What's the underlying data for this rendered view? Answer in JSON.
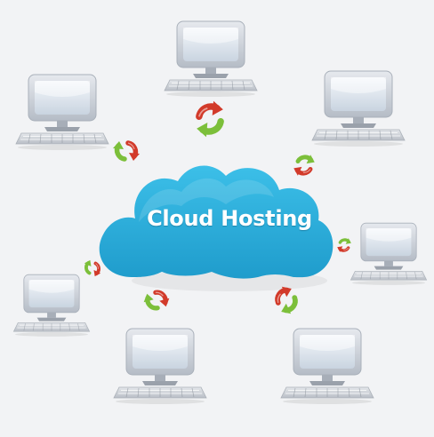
{
  "cloud": {
    "label": "Cloud Hosting"
  },
  "computers": [
    {
      "id": "top-center"
    },
    {
      "id": "top-left"
    },
    {
      "id": "top-right"
    },
    {
      "id": "middle-right"
    },
    {
      "id": "middle-left"
    },
    {
      "id": "bottom-left"
    },
    {
      "id": "bottom-right"
    }
  ],
  "sync_icons": [
    {
      "id": "sync-top"
    },
    {
      "id": "sync-upper-left"
    },
    {
      "id": "sync-upper-right"
    },
    {
      "id": "sync-right"
    },
    {
      "id": "sync-left"
    },
    {
      "id": "sync-lower-left"
    },
    {
      "id": "sync-lower-right"
    }
  ],
  "colors": {
    "cloud": "#2fb0dc",
    "monitor_bezel": "#c9ced6",
    "monitor_screen": "#dde6ef",
    "keyboard": "#cfd3d9",
    "arrow_green": "#7cbf3a",
    "arrow_red": "#d23a2a",
    "background": "#f2f3f5"
  }
}
